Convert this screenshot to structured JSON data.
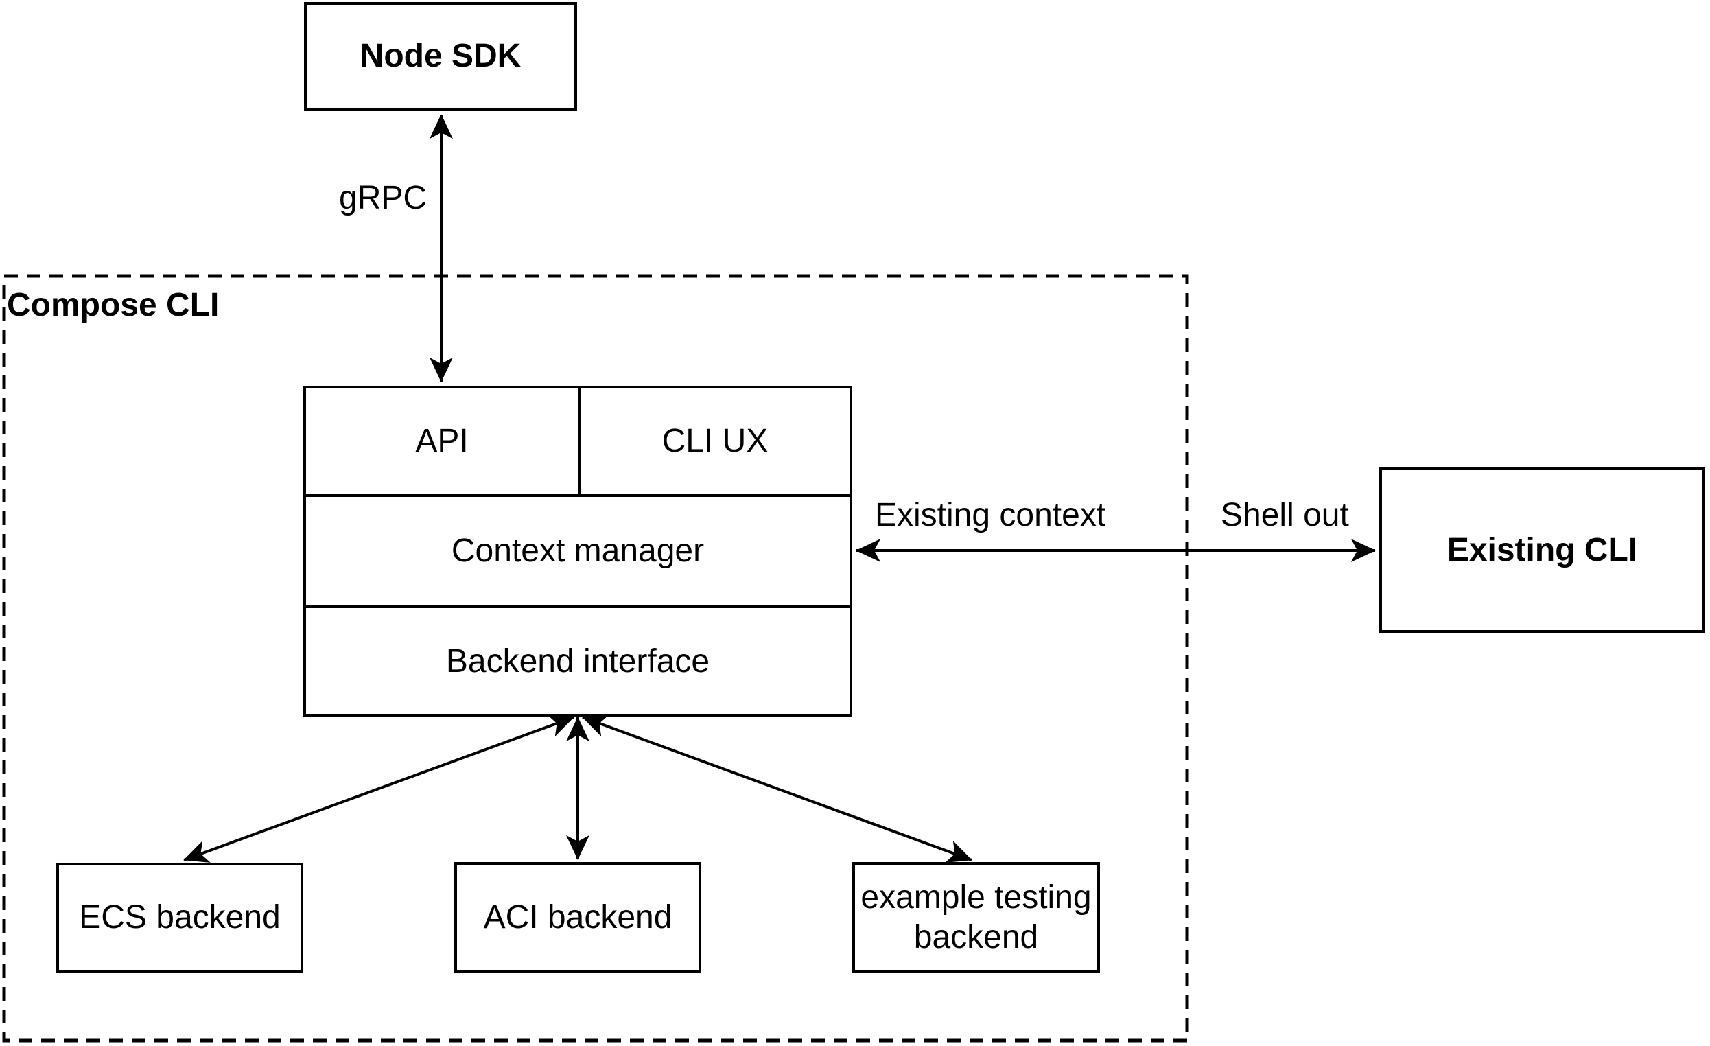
{
  "canvas": {
    "background_color": "#ffffff",
    "stroke_color": "#000000"
  },
  "nodes": {
    "node_sdk": {
      "label": "Node SDK"
    },
    "compose_cli_container": {
      "label": "Compose CLI"
    },
    "api": {
      "label": "API"
    },
    "cli_ux": {
      "label": "CLI UX"
    },
    "context_manager": {
      "label": "Context manager"
    },
    "backend_interface": {
      "label": "Backend interface"
    },
    "existing_cli": {
      "label": "Existing CLI"
    },
    "ecs_backend": {
      "label": "ECS backend"
    },
    "aci_backend": {
      "label": "ACI backend"
    },
    "example_testing_backend": {
      "label": "example testing backend"
    }
  },
  "edges": {
    "grpc": {
      "label": "gRPC"
    },
    "existing_context": {
      "label": "Existing context"
    },
    "shell_out": {
      "label": "Shell out"
    }
  }
}
